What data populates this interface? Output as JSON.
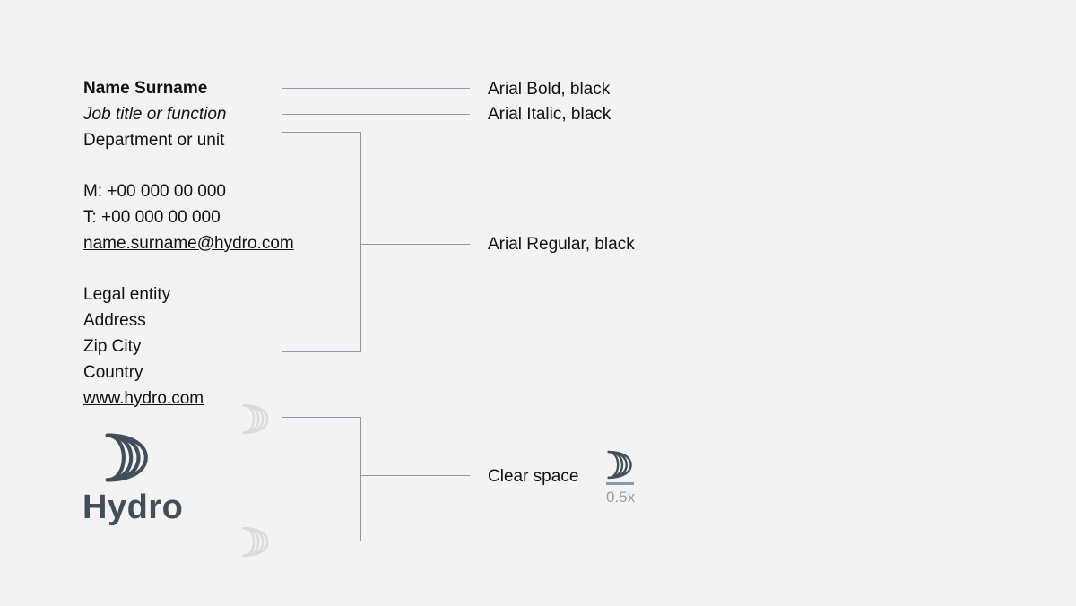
{
  "signature": {
    "name": "Name Surname",
    "job_title": "Job title or function",
    "department": "Department or unit",
    "mobile": "M: +00 000 00 000",
    "phone": "T: +00 000 00 000",
    "email": "name.surname@hydro.com",
    "legal_entity": "Legal entity",
    "address": "Address",
    "zip_city": "Zip City",
    "country": "Country",
    "website": "www.hydro.com"
  },
  "logo": {
    "wordmark": "Hydro",
    "icon": "hydro-crescent-icon"
  },
  "annotations": {
    "name_style": "Arial Bold, black",
    "job_style": "Arial Italic, black",
    "body_style": "Arial Regular, black",
    "clear_space": "Clear space",
    "clear_space_scale": "0.5x"
  },
  "colors": {
    "background": "#f3f3f4",
    "text": "#111111",
    "muted": "#949ea8",
    "connector": "#8b98a5",
    "logo": "#424e5a",
    "ghost": "#d9dcdf"
  }
}
